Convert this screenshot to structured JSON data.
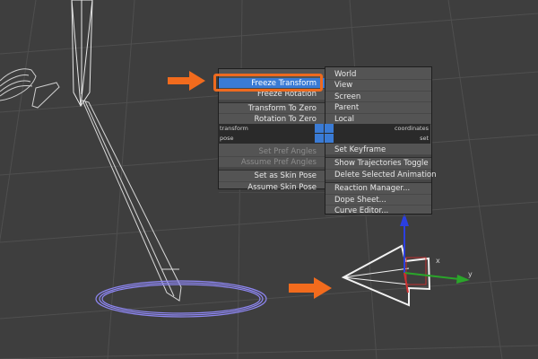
{
  "quad_menu": {
    "left_items": [
      {
        "label": "Freeze Transform",
        "selected": true,
        "disabled": false
      },
      {
        "label": "Freeze Rotation",
        "disabled": false
      },
      {
        "label": "Transform To Zero",
        "disabled": false
      },
      {
        "label": "Rotation To Zero",
        "disabled": false
      }
    ],
    "band": {
      "transform_label": "transform",
      "coordinates_label": "coordinates",
      "pose_label": "pose",
      "set_label": "set"
    },
    "pose_items": [
      {
        "label": "Set Pref Angles",
        "disabled": true
      },
      {
        "label": "Assume Pref Angles",
        "disabled": true
      },
      {
        "label": "Set as Skin Pose",
        "disabled": false
      },
      {
        "label": "Assume Skin Pose",
        "disabled": false
      }
    ],
    "coordinate_items": [
      {
        "label": "World"
      },
      {
        "label": "View"
      },
      {
        "label": "Screen"
      },
      {
        "label": "Parent"
      },
      {
        "label": "Local"
      }
    ],
    "set_items": [
      {
        "label": "Set Keyframe"
      },
      {
        "label": "Show Trajectories Toggle"
      },
      {
        "label": "Delete Selected Animation"
      },
      {
        "label": "Reaction Manager..."
      },
      {
        "label": "Dope Sheet..."
      },
      {
        "label": "Curve Editor..."
      }
    ]
  },
  "gizmo": {
    "x_label": "x",
    "y_label": "y"
  },
  "colors": {
    "highlight": "#ee6a1f",
    "selection": "#3a7bd5",
    "menu_bg": "#545454",
    "viewport_bg": "#3e3e3e"
  },
  "icons": [
    "callout-arrow-icon",
    "callout-arrow-icon"
  ]
}
